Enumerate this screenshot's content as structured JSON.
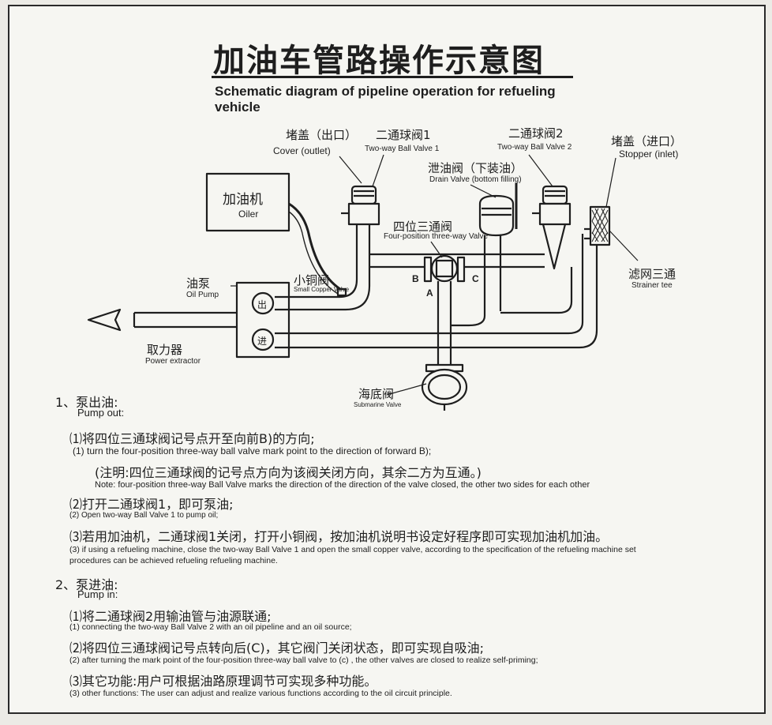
{
  "title": {
    "zh": "加油车管路操作示意图",
    "en": "Schematic diagram of pipeline operation for refueling vehicle"
  },
  "labels": {
    "cover_outlet": {
      "zh": "堵盖（出口）",
      "en": "Cover (outlet)"
    },
    "ball_valve_1": {
      "zh": "二通球阀1",
      "en": "Two-way Ball Valve 1"
    },
    "drain_valve": {
      "zh": "泄油阀（下装油）",
      "en": "Drain Valve (bottom filling)"
    },
    "ball_valve_2": {
      "zh": "二通球阀2",
      "en": "Two-way Ball Valve 2"
    },
    "stopper_inlet": {
      "zh": "堵盖（进口）",
      "en": "Stopper (inlet)"
    },
    "oiler": {
      "zh": "加油机",
      "en": "Oiler"
    },
    "four_way_valve": {
      "zh": "四位三通阀",
      "en": "Four-position three-way Valve"
    },
    "oil_pump": {
      "zh": "油泵",
      "en": "Oil Pump"
    },
    "copper_valve": {
      "zh": "小铜阀",
      "en": "Small Copper Valve"
    },
    "strainer": {
      "zh": "滤网三通",
      "en": "Strainer tee"
    },
    "power_extractor": {
      "zh": "取力器",
      "en": "Power extractor"
    },
    "submarine_valve": {
      "zh": "海底阀",
      "en": "Submarine Valve"
    },
    "port_out": "出",
    "port_in": "进",
    "port_a": "A",
    "port_b": "B",
    "port_c": "C"
  },
  "instructions": {
    "pump_out": {
      "heading_zh": "1、泵出油:",
      "heading_en": "Pump out:",
      "step1_zh": "⑴将四位三通球阀记号点开至向前B)的方向;",
      "step1_en": "(1) turn the four-position three-way ball valve mark point to the direction of forward B);",
      "note_zh": "(注明:四位三通球阀的记号点方向为该阀关闭方向，其余二方为互通。)",
      "note_en": "Note: four-position three-way Ball Valve marks the direction of the direction of the valve closed, the other two sides for each other",
      "step2_zh": "⑵打开二通球阀1，即可泵油;",
      "step2_en": "(2) Open two-way Ball Valve 1 to pump oil;",
      "step3_zh": "⑶若用加油机，二通球阀1关闭，打开小铜阀，按加油机说明书设定好程序即可实现加油机加油。",
      "step3_en_line1": "(3) if using a refueling machine, close the two-way Ball Valve 1 and open the small copper valve, according to the specification of the refueling machine set",
      "step3_en_line2": "procedures can be achieved refueling refueling machine."
    },
    "pump_in": {
      "heading_zh": "2、泵进油:",
      "heading_en": "Pump in:",
      "step1_zh": "⑴将二通球阀2用输油管与油源联通;",
      "step1_en": "(1) connecting the two-way Ball Valve 2 with an oil pipeline and an oil source;",
      "step2_zh": "⑵将四位三通球阀记号点转向后(C)，其它阀门关闭状态，即可实现自吸油;",
      "step2_en": "(2) after turning the mark point of the four-position three-way ball valve to (c) , the other valves are closed to realize self-priming;",
      "step3_zh": "⑶其它功能:用户可根据油路原理调节可实现多种功能。",
      "step3_en": "(3) other functions: The user can adjust and realize various functions according to the oil circuit principle."
    }
  }
}
